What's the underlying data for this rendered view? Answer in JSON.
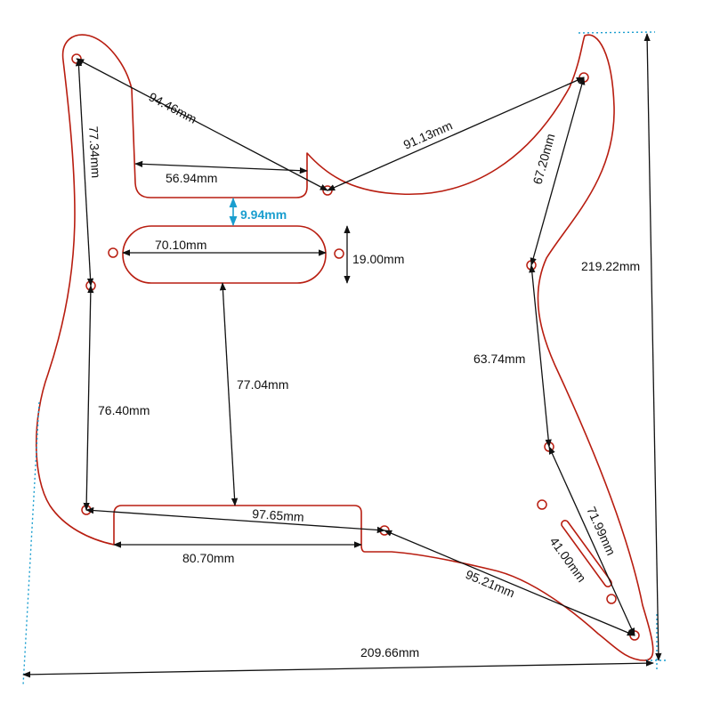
{
  "colors": {
    "outline": "#b81d10",
    "dimension": "#111111",
    "highlight": "#1a9ecf",
    "background": "#ffffff"
  },
  "labels": {
    "d9446": "94.46mm",
    "d9113": "91.13mm",
    "d7734": "77.34mm",
    "d5694": "56.94mm",
    "d994": "9.94mm",
    "d7010": "70.10mm",
    "d1900": "19.00mm",
    "d6720": "67.20mm",
    "d21922": "219.22mm",
    "d7704": "77.04mm",
    "d7640": "76.40mm",
    "d6374": "63.74mm",
    "d9765": "97.65mm",
    "d8070": "80.70mm",
    "d9521": "95.21mm",
    "d7199": "71.99mm",
    "d4100": "41.00mm",
    "d20966": "209.66mm"
  }
}
